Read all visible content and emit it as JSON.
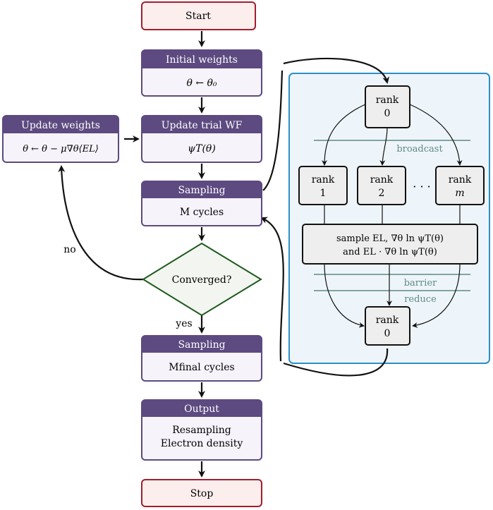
{
  "colors": {
    "header_fill": "#5c4a80",
    "body_fill": "#f7f3fb",
    "terminal_fill": "#fdeeee",
    "terminal_stroke": "#a31d2b",
    "decision_fill": "#f3f5f0",
    "decision_stroke": "#1e5a1e",
    "panel_fill": "#eef5fa",
    "panel_stroke": "#2b8fc7",
    "rank_fill": "#eeeeee",
    "sync_line": "#5f8a86",
    "sync_text": "#5f8a86"
  },
  "flow": {
    "start": "Start",
    "initial_weights": {
      "title": "Initial weights",
      "body": "θ  ←  θ₀"
    },
    "update_trial": {
      "title": "Update trial WF",
      "body": "ψT(θ)"
    },
    "sampling": {
      "title": "Sampling",
      "body": "M cycles"
    },
    "converged": "Converged?",
    "yes": "yes",
    "no": "no",
    "sampling_final": {
      "title": "Sampling",
      "body": "Mfinal cycles"
    },
    "output": {
      "title": "Output",
      "line1": "Resampling",
      "line2": "Electron density"
    },
    "stop": "Stop",
    "update_weights": {
      "title": "Update weights",
      "body": "θ ← θ − μ∇θ⟨EL⟩"
    }
  },
  "parallel": {
    "rank_label": "rank",
    "rank_top_id": "0",
    "rank_ids": [
      "1",
      "2",
      "m"
    ],
    "ellipsis": "· · ·",
    "rank_bottom_id": "0",
    "broadcast": "broadcast",
    "barrier": "barrier",
    "reduce": "reduce",
    "sample_line1": "sample EL, ∇θ ln ψT(θ)",
    "sample_line2": "and EL · ∇θ ln ψT(θ)"
  }
}
